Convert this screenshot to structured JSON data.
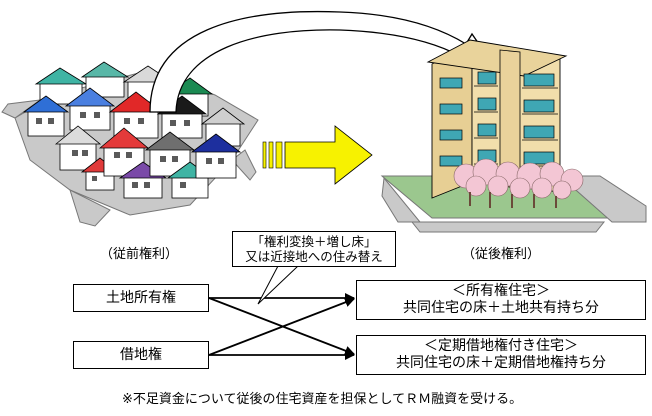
{
  "labels": {
    "before_rights": "（従前権利）",
    "after_rights": "（従後権利）"
  },
  "callout": {
    "line1": "「権利変換＋増し床」",
    "line2": "又は近接地への住み替え"
  },
  "left_boxes": {
    "land_ownership": "土地所有権",
    "leasehold": "借地権"
  },
  "right_boxes": {
    "owned_housing": {
      "title": "＜所有権住宅＞",
      "desc": "共同住宅の床＋土地共有持ち分"
    },
    "fixed_lease_housing": {
      "title": "＜定期借地権付き住宅＞",
      "desc": "共同住宅の床＋定期借地権持ち分"
    }
  },
  "footnote": "※不足資金について従後の住宅資産を担保としてＲＭ融資を受ける。",
  "colors": {
    "arrow_yellow": "#f7f200",
    "building_beige": "#f1deab",
    "window_teal": "#3fa7b4",
    "road_gray": "#c9c9c9",
    "grass_green": "#9bc78e",
    "blossom_pink": "#f3c6d4"
  }
}
